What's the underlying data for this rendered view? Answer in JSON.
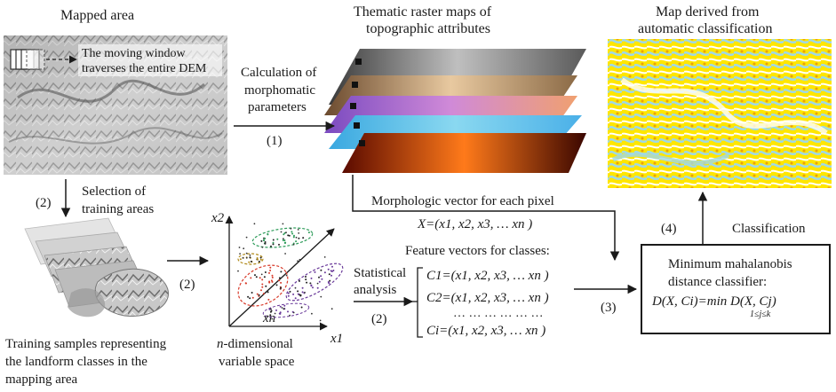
{
  "titles": {
    "mapped_area": "Mapped area",
    "thematic_line1": "Thematic raster maps of",
    "thematic_line2": "topographic attributes",
    "derived_line1": "Map derived from",
    "derived_line2": "automatic classification"
  },
  "moving_window": {
    "line1": "The moving window",
    "line2": "traverses the entire DEM"
  },
  "calc": {
    "line1": "Calculation of",
    "line2": "morphomatic",
    "line3": "parameters"
  },
  "steps": {
    "s1": "(1)",
    "s2a": "(2)",
    "s2b": "(2)",
    "s2c": "(2)",
    "s3": "(3)",
    "s4": "(4)"
  },
  "selection": {
    "line1": "Selection of",
    "line2": "training areas"
  },
  "morphologic_vector": {
    "title": "Morphologic vector for each pixel",
    "formula": "X=(x1, x2, x3, … xn )"
  },
  "classification_label": "Classification",
  "feature_vectors": {
    "title": "Feature vectors for classes:",
    "c1": "C1=(x1, x2, x3, … xn )",
    "c2": "C2=(x1, x2, x3, … xn )",
    "dots": "… … … … … …",
    "ci": "Ci=(x1, x2, x3, … xn )"
  },
  "statistical": {
    "line1": "Statistical",
    "line2": "analysis"
  },
  "classifier": {
    "line1": "Minimum mahalanobis",
    "line2": "distance classifier:",
    "formula": "D(X, Ci)=min D(X, Cj)",
    "subscript": "1≤j≤k"
  },
  "axes": {
    "x2": "x2",
    "x1": "x1",
    "xn": "xn"
  },
  "variable_space": {
    "line1": "n-dimensional",
    "line2": "variable space"
  },
  "training": {
    "line1": "Training samples representing",
    "line2": "the landform classes in the",
    "line3": "mapping area"
  },
  "colors": {
    "arrow": "#1a1a1a",
    "green_cluster": "#2e9c5a",
    "red_cluster": "#d83a2a",
    "purple_cluster": "#6a3a9a",
    "yellow_cluster": "#b08a1a",
    "map_yellow": "#ffe600",
    "map_cyan": "#9fd8e8"
  }
}
